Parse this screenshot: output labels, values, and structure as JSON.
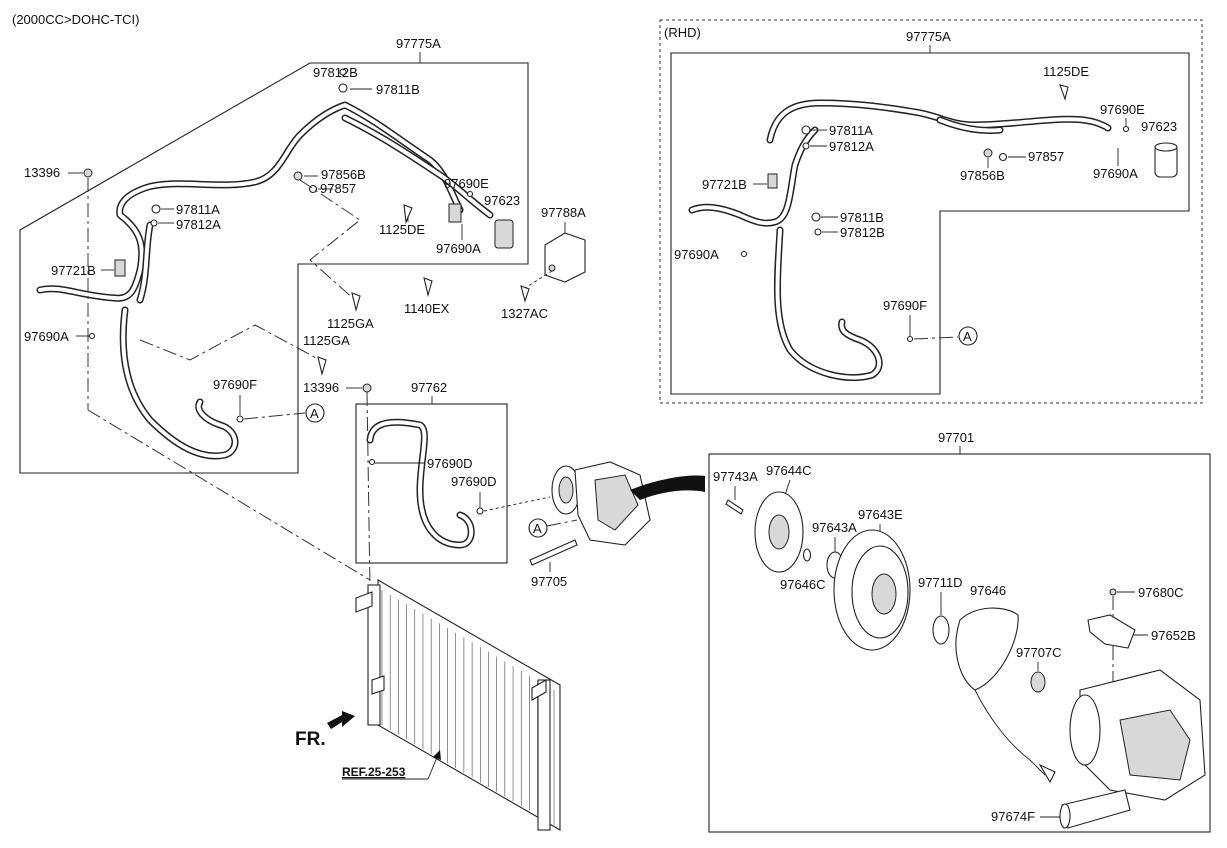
{
  "header": {
    "engine": "(2000CC>DOHC-TCI)"
  },
  "rhd_box": {
    "title": "(RHD)"
  },
  "labels": {
    "97775A": "97775A",
    "97812B": "97812B",
    "97811B": "97811B",
    "13396": "13396",
    "97856B": "97856B",
    "97857": "97857",
    "97690E": "97690E",
    "97623": "97623",
    "97788A": "97788A",
    "97811A": "97811A",
    "97812A": "97812A",
    "1125DE": "1125DE",
    "97690A": "97690A",
    "97721B": "97721B",
    "1140EX": "1140EX",
    "1327AC": "1327AC",
    "1125GA": "1125GA",
    "97690F": "97690F",
    "97762": "97762",
    "97690D": "97690D",
    "97705": "97705",
    "97701": "97701",
    "97743A": "97743A",
    "97644C": "97644C",
    "97643A": "97643A",
    "97643E": "97643E",
    "97646C": "97646C",
    "97711D": "97711D",
    "97646": "97646",
    "97680C": "97680C",
    "97652B": "97652B",
    "97707C": "97707C",
    "97674F": "97674F",
    "callout_A": "A",
    "fr": "FR.",
    "ref": "REF.25-253"
  }
}
